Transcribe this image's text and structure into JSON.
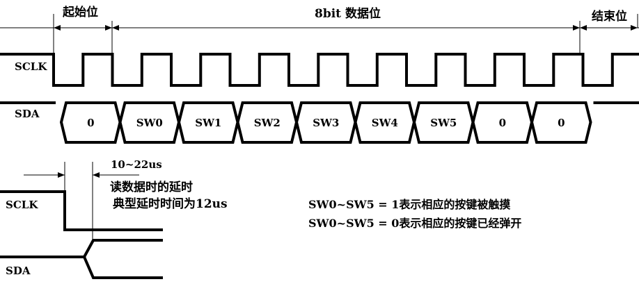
{
  "title_markers": {
    "start_bit": "起始位",
    "data_bits": "8bit 数据位",
    "stop_bit": "结束位"
  },
  "signals": {
    "sclk": "SCLK",
    "sda": "SDA"
  },
  "sda_cells": [
    "0",
    "SW0",
    "SW1",
    "SW2",
    "SW3",
    "SW4",
    "SW5",
    "0",
    "0"
  ],
  "detail": {
    "sclk": "SCLK",
    "sda": "SDA",
    "delay_range": "10~22us",
    "note_line1": "读数据时的延时",
    "note_line2": "典型延时时间为12us"
  },
  "legend": {
    "touched": "SW0~SW5 = 1表示相应的按键被触摸",
    "released": "SW0~SW5 = 0表示相应的按键已经弹开"
  }
}
